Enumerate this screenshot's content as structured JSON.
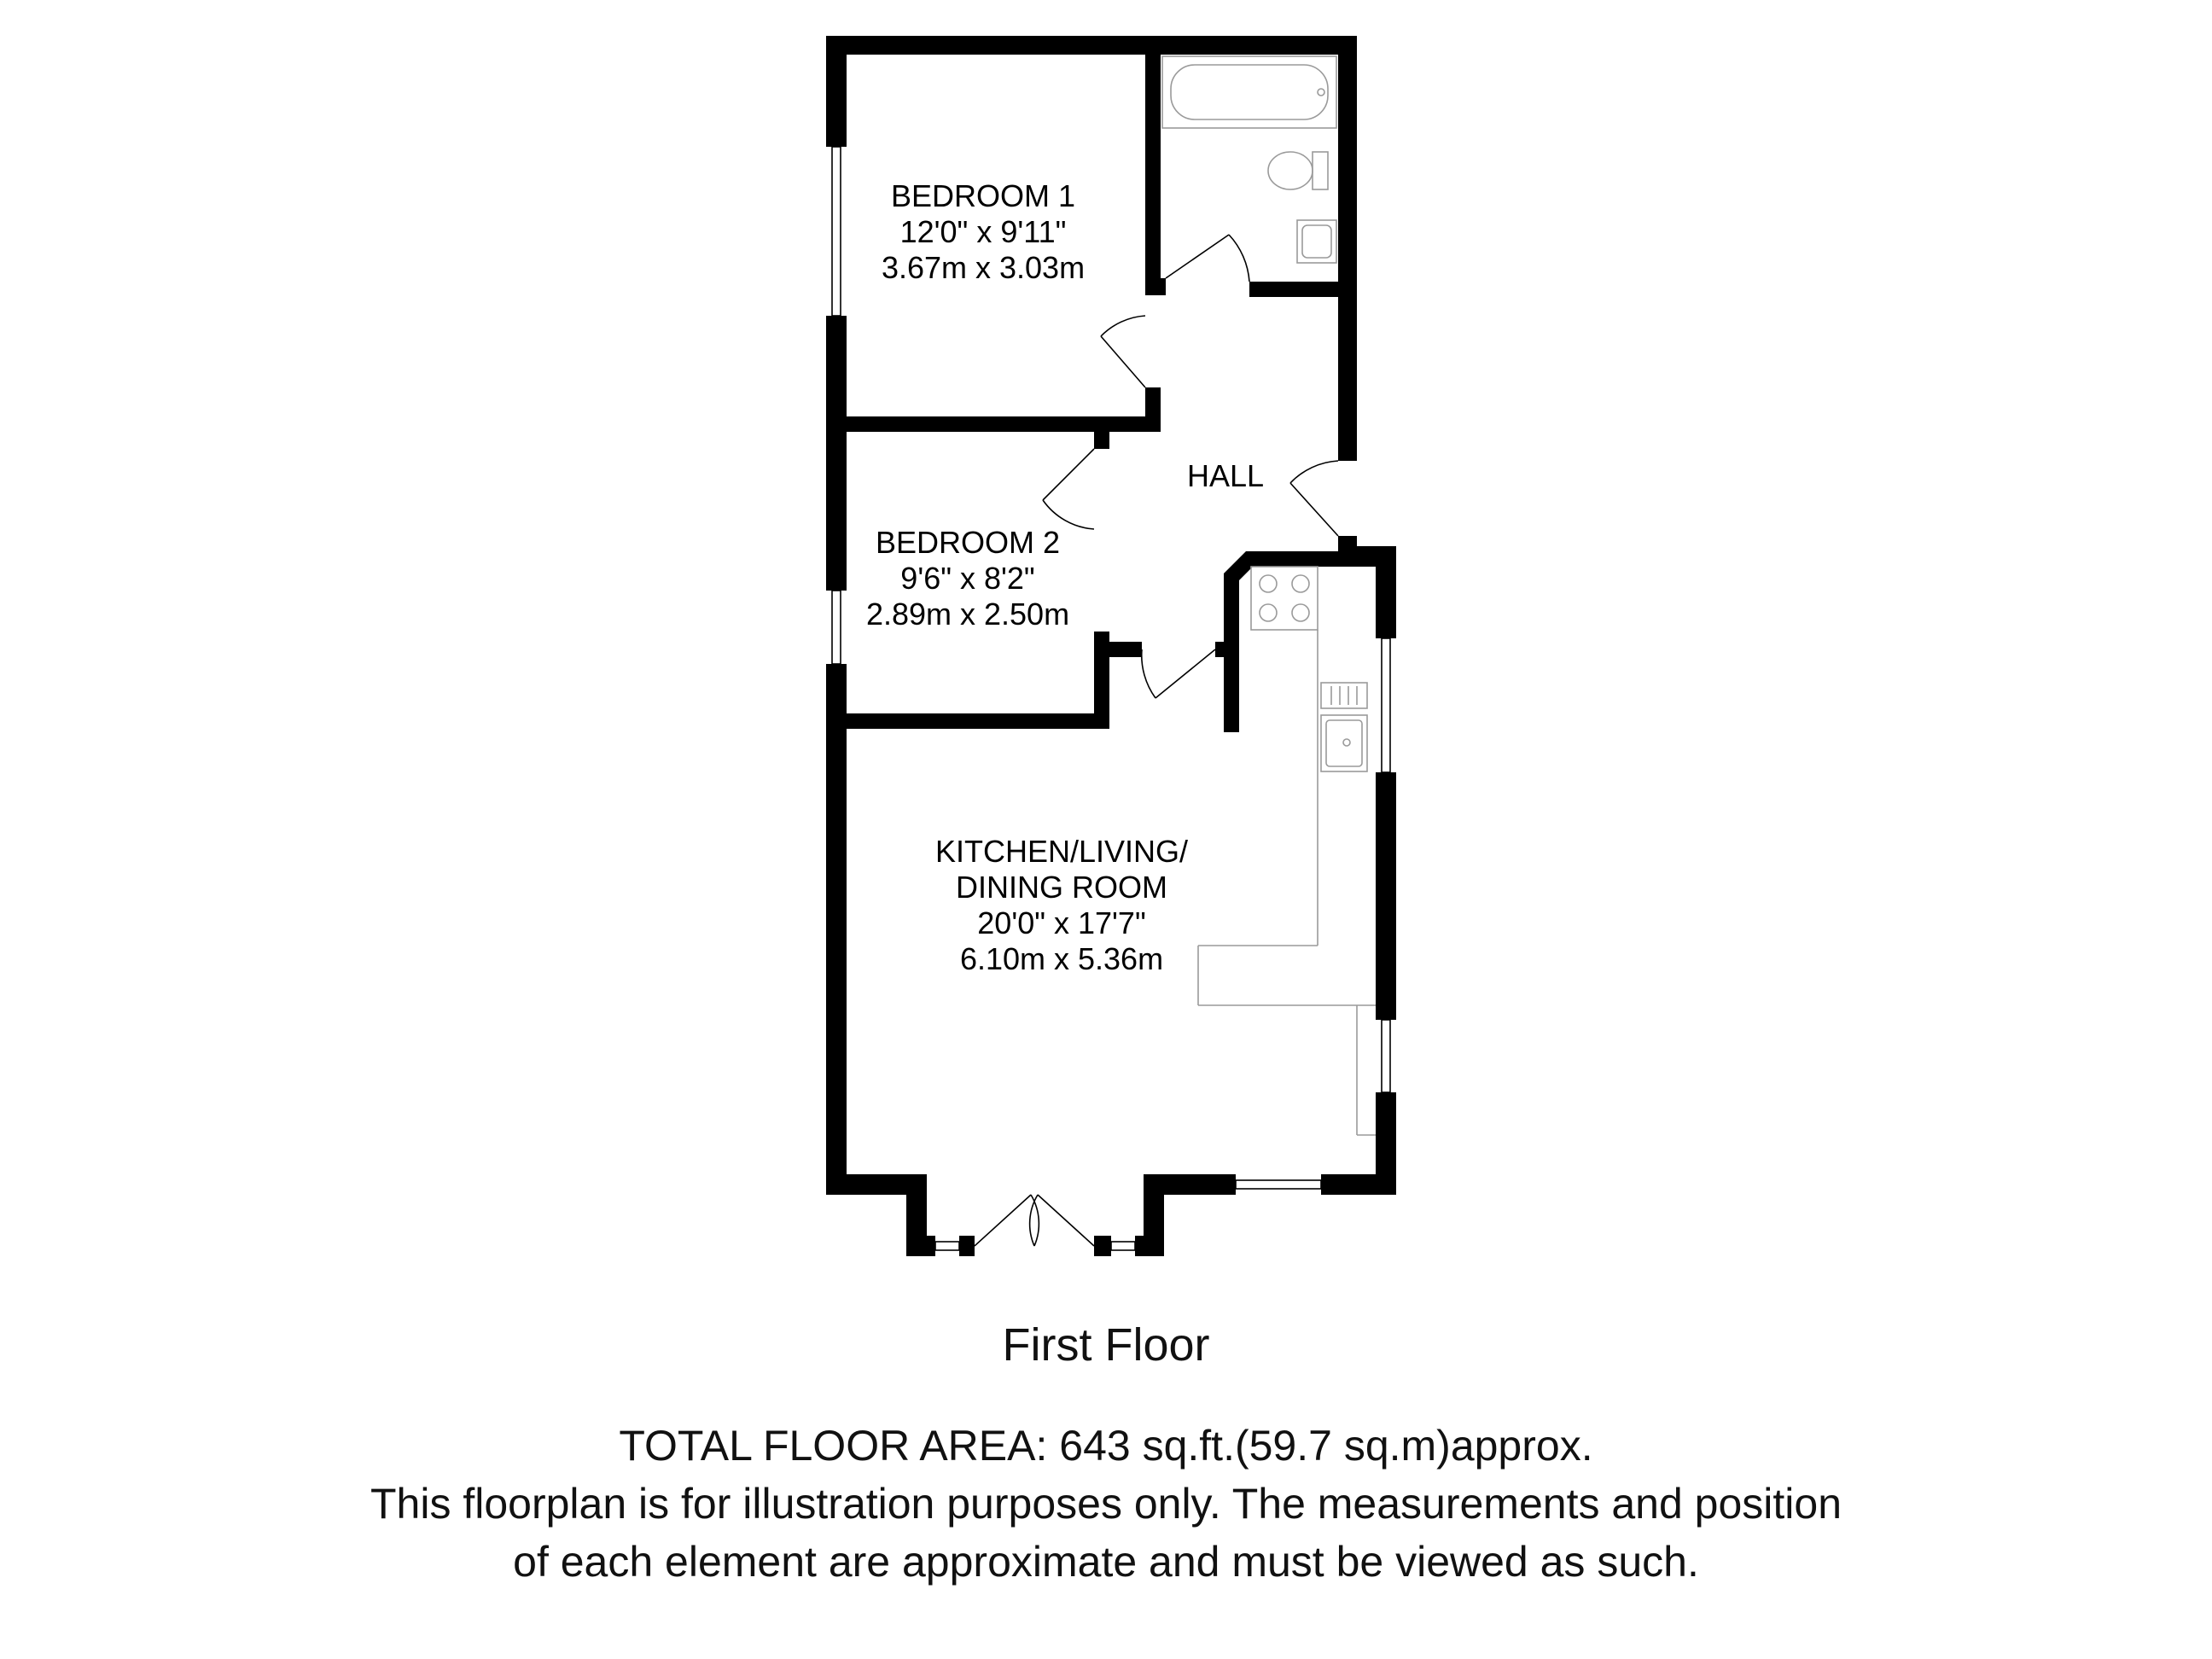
{
  "rooms": {
    "bedroom1": {
      "name": "BEDROOM 1",
      "dims_imperial": "12'0\" x 9'11\"",
      "dims_metric": "3.67m x 3.03m"
    },
    "bedroom2": {
      "name": "BEDROOM 2",
      "dims_imperial": "9'6\" x 8'2\"",
      "dims_metric": "2.89m x 2.50m"
    },
    "hall": {
      "name": "HALL"
    },
    "kitchen": {
      "name_line1": "KITCHEN/LIVING/",
      "name_line2": "DINING ROOM",
      "dims_imperial": "20'0\" x 17'7\"",
      "dims_metric": "6.10m x 5.36m"
    }
  },
  "floor_name": "First Floor",
  "total_area": "TOTAL FLOOR AREA: 643 sq.ft.(59.7 sq.m)approx.",
  "disclaimer": "This floorplan is for illustration purposes only. The measurements and position of each element are approximate and must be viewed as such.",
  "colors": {
    "wall": "#000000",
    "fixture": "#9a9a9a",
    "background": "#ffffff"
  }
}
